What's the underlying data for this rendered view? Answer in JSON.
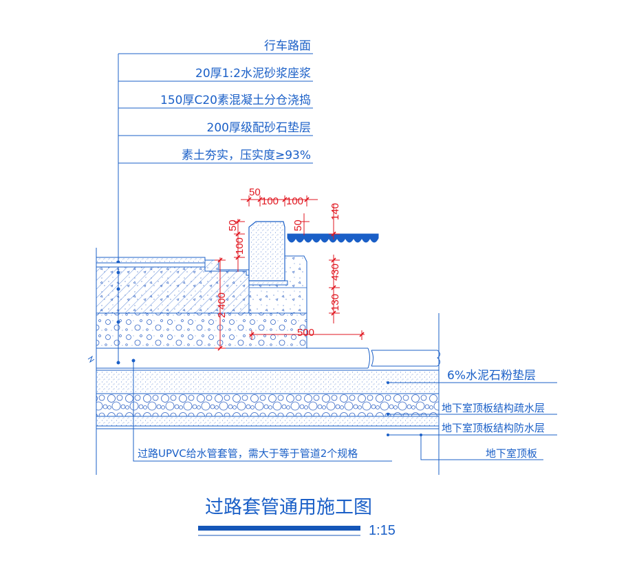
{
  "layers_callout": [
    "行车路面",
    "20厚1:2水泥砂浆座浆",
    "150厚C20素混凝土分仓浇捣",
    "200厚级配砂石垫层",
    "素土夯实，压实度≥93%"
  ],
  "right_labels": {
    "cement_stone": "6%水泥石粉垫层",
    "drain_layer": "地下室顶板结构疏水层",
    "waterproof_layer": "地下室顶板结构防水层",
    "roof_slab": "地下室顶板"
  },
  "pipe_note": "过路UPVC给水管套管，需大于等于管道2个规格",
  "dimensions": {
    "d50_top": "50",
    "d100_a": "100",
    "d100_b": "100",
    "d140": "140",
    "d50_left": "50",
    "d50_right": "50",
    "d100_vert": "100",
    "d400": "400",
    "d430": "430",
    "d130": "130",
    "d500": "500",
    "d2": "2"
  },
  "title": "过路套管通用施工图",
  "scale": "1:15",
  "colors": {
    "line": "#1a5fc7",
    "dimension": "#e0161f",
    "hatch": "#3b6fd0",
    "title_bar": "#1556b8"
  }
}
